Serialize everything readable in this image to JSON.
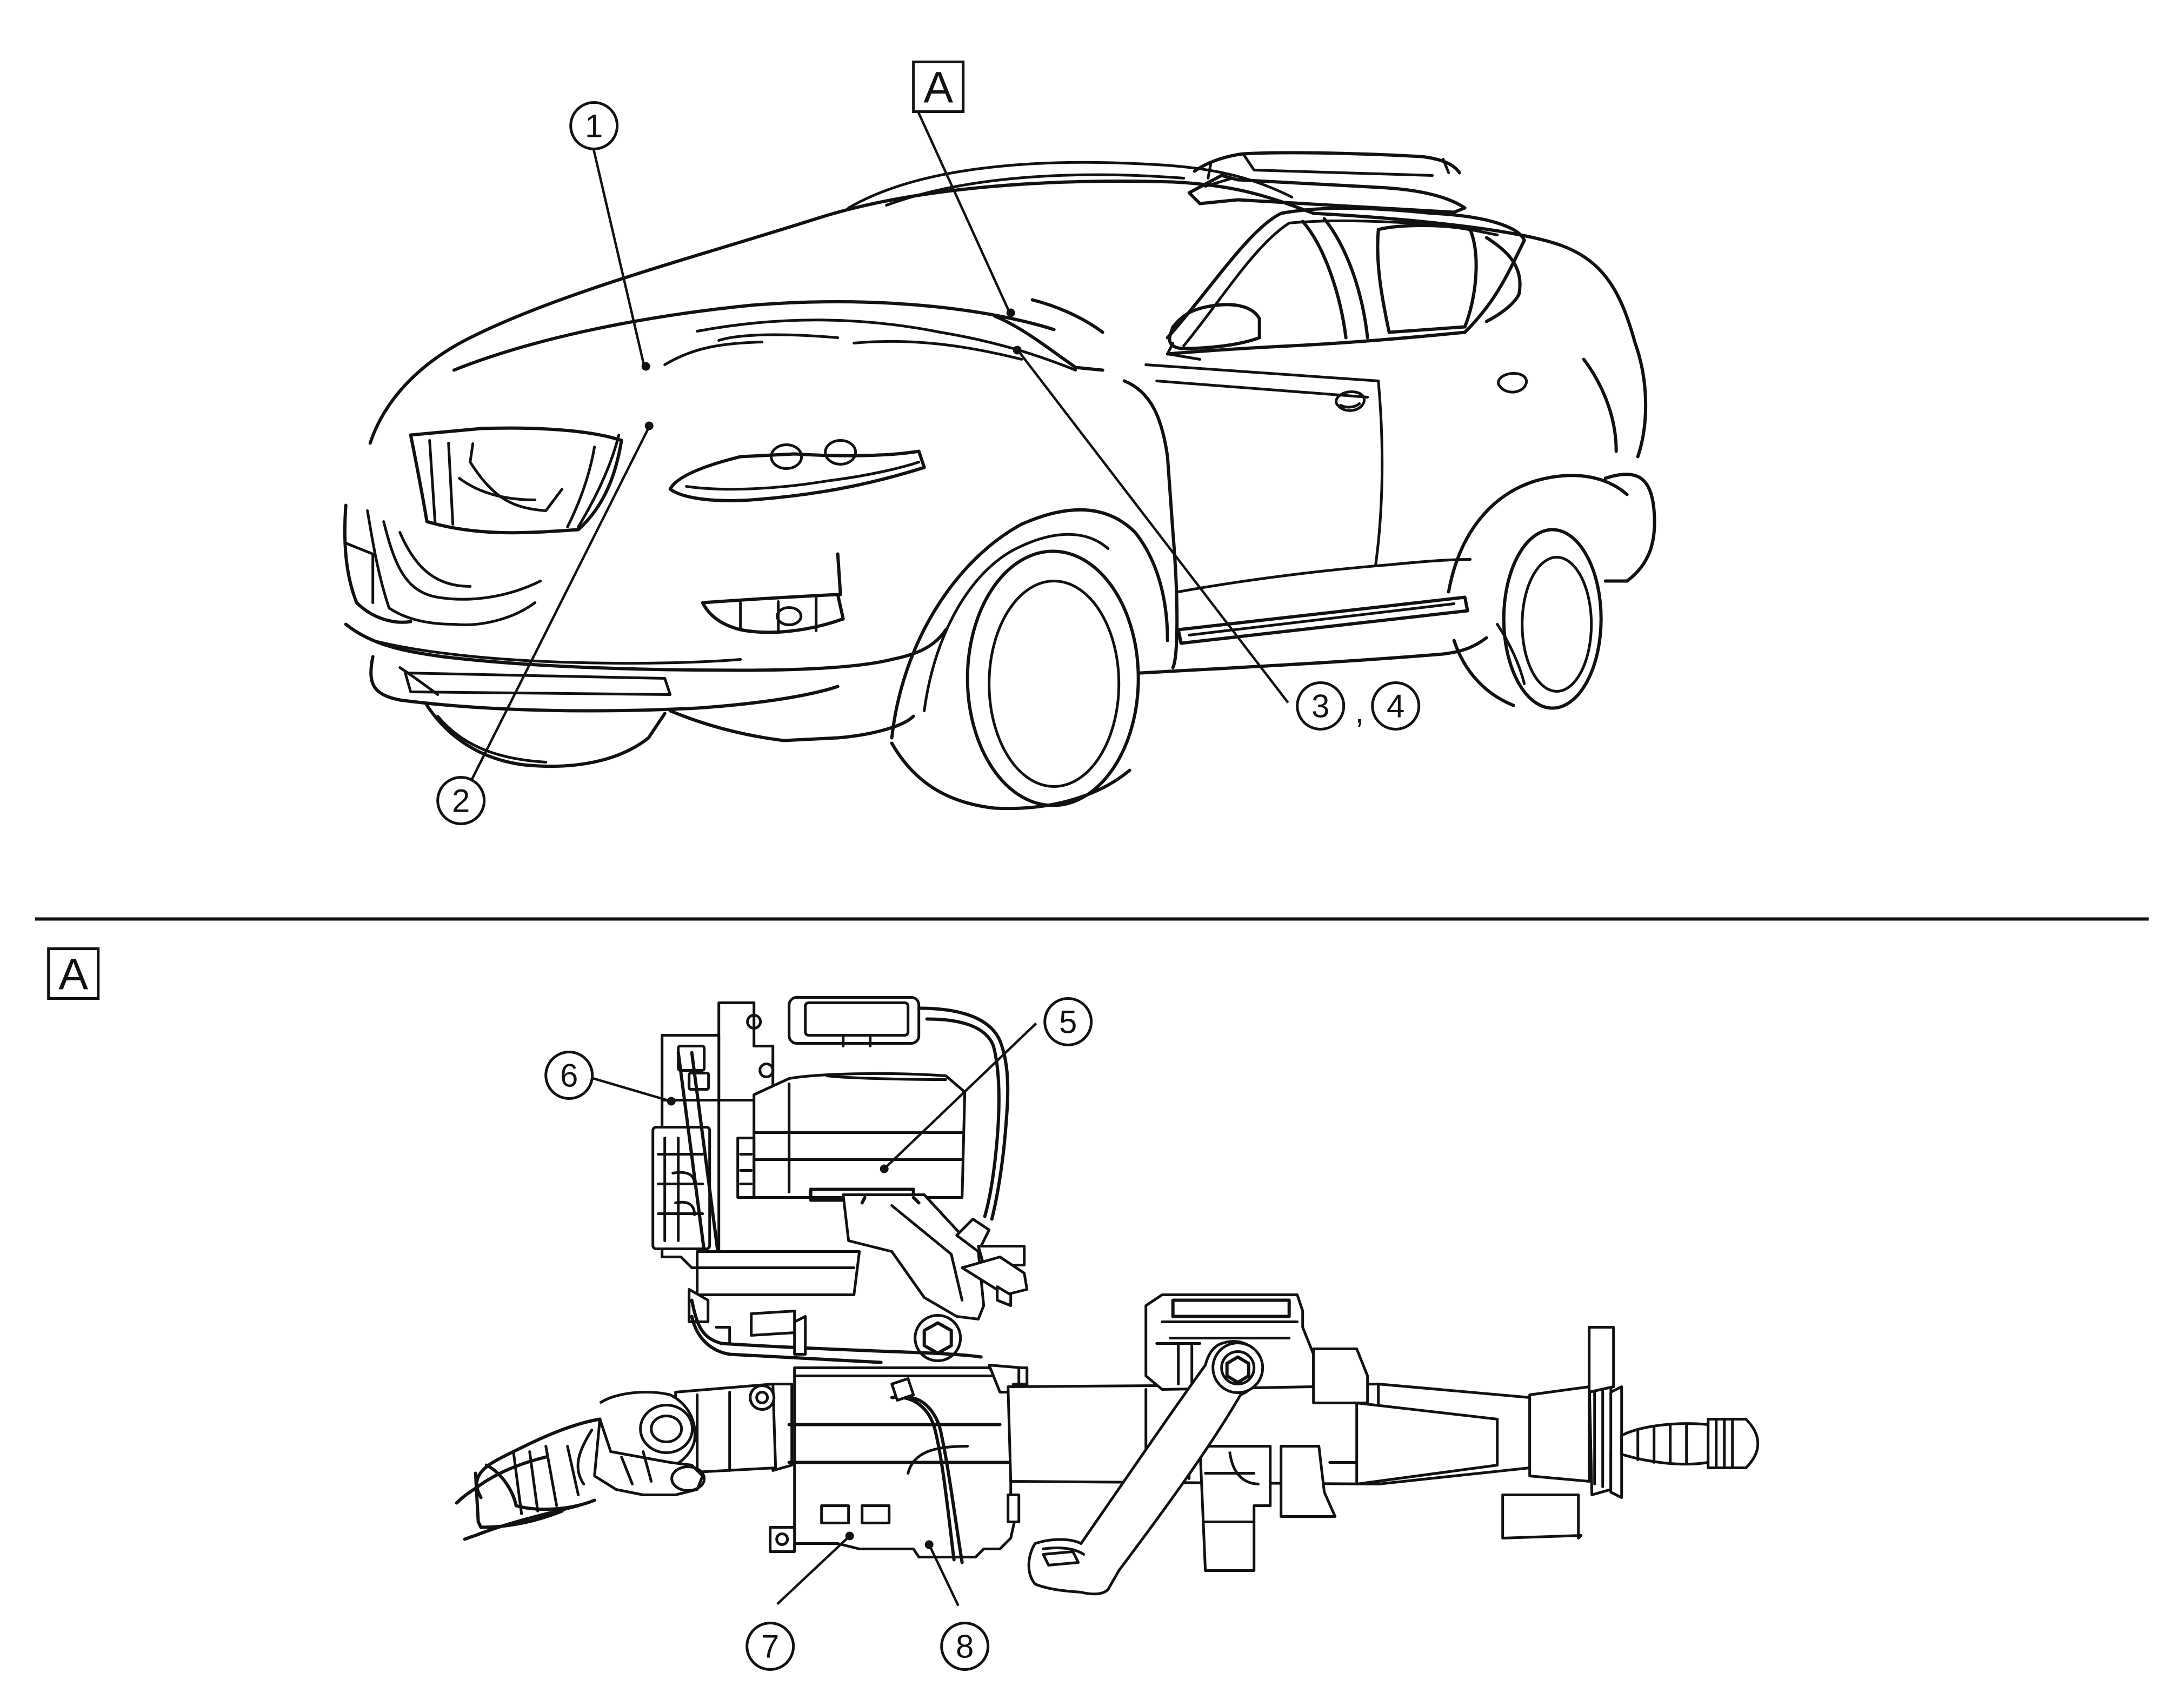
{
  "view_reference": "A",
  "callouts": [
    "1",
    "2",
    "3",
    "4",
    "5",
    "6",
    "7",
    "8"
  ],
  "callout_separator": ","
}
